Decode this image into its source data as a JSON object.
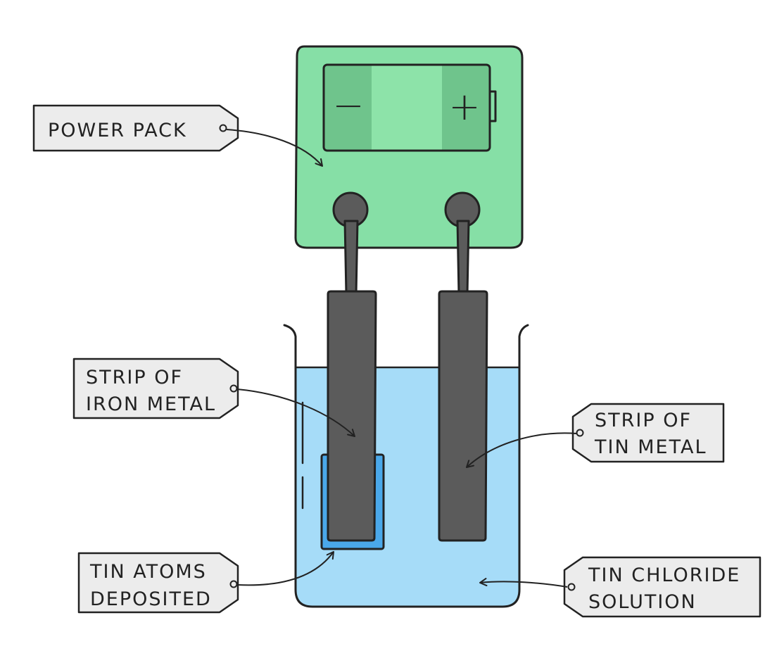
{
  "labels": {
    "power_pack": "POWER  PACK",
    "iron_strip_line1": "STRIP  OF",
    "iron_strip_line2": "IRON  METAL",
    "tin_strip_line1": "STRIP  OF",
    "tin_strip_line2": "TIN  METAL",
    "tin_atoms_line1": "TIN  ATOMS",
    "tin_atoms_line2": "DEPOSITED",
    "solution_line1": "TIN  CHLORIDE",
    "solution_line2": "SOLUTION"
  },
  "battery": {
    "negative_symbol": "−",
    "positive_symbol": "+"
  },
  "colors": {
    "power_pack": "#86dfa6",
    "battery_end": "#6fc48c",
    "battery_mid": "#8de3a9",
    "electrode": "#5b5b5b",
    "solution": "#a6dcf8",
    "deposit": "#4aa8ea",
    "tag_fill": "#ececec",
    "outline": "#222222"
  }
}
